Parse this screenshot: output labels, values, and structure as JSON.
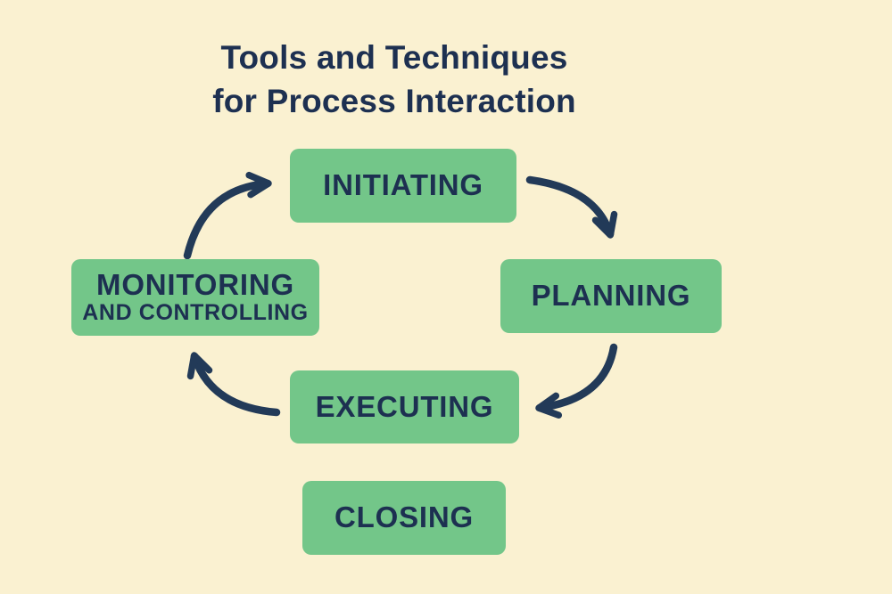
{
  "title": {
    "line1": "Tools and Techniques",
    "line2": "for Process Interaction"
  },
  "nodes": [
    {
      "id": "initiating",
      "label": "INITIATING"
    },
    {
      "id": "planning",
      "label": "PLANNING"
    },
    {
      "id": "executing",
      "label": "EXECUTING"
    },
    {
      "id": "monitoring-and-controlling",
      "label": "MONITORING",
      "label2": "AND CONTROLLING"
    },
    {
      "id": "closing",
      "label": "CLOSING"
    }
  ],
  "arrows": [
    {
      "from": "monitoring-and-controlling",
      "to": "initiating"
    },
    {
      "from": "initiating",
      "to": "planning"
    },
    {
      "from": "planning",
      "to": "executing"
    },
    {
      "from": "executing",
      "to": "monitoring-and-controlling"
    }
  ],
  "colors": {
    "background": "#faf1d1",
    "node-fill": "#73c689",
    "text": "#1d3051",
    "arrow": "#223a58"
  }
}
